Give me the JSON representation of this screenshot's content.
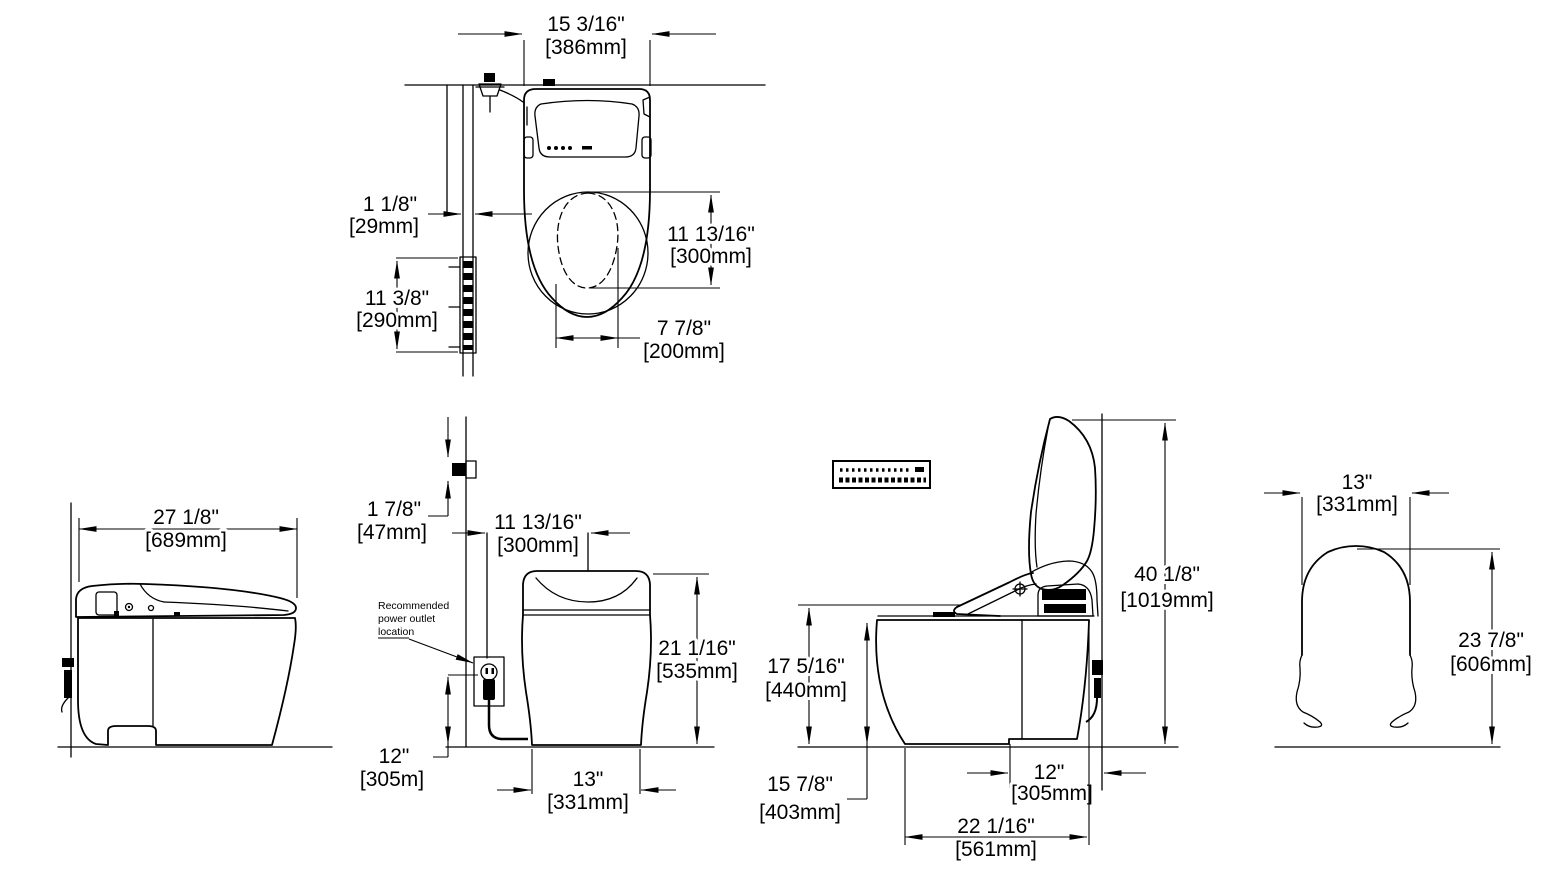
{
  "drawing": {
    "background": "#ffffff",
    "line_color": "#000000",
    "note": {
      "line1": "Recommended",
      "line2": "power outlet",
      "line3": "location"
    },
    "views": {
      "top": {
        "width_in": "15 3/16\"",
        "width_mm": "[386mm]",
        "wall_gap_in": "1 1/8\"",
        "wall_gap_mm": "[29mm]",
        "bracket_in": "11 3/8\"",
        "bracket_mm": "[290mm]",
        "bowl_len_in": "11 13/16\"",
        "bowl_len_mm": "[300mm]",
        "bowl_wid_in": "7 7/8\"",
        "bowl_wid_mm": "[200mm]"
      },
      "side": {
        "depth_in": "27 1/8\"",
        "depth_mm": "[689mm]"
      },
      "front": {
        "supply_in": "1 7/8\"",
        "supply_mm": "[47mm]",
        "center_in": "11 13/16\"",
        "center_mm": "[300mm]",
        "height_in": "21 1/16\"",
        "height_mm": "[535mm]",
        "outlet_in": "12\"",
        "outlet_mm": "[305m]",
        "base_in": "13\"",
        "base_mm": "[331mm]"
      },
      "side_open": {
        "open_in": "40 1/8\"",
        "open_mm": "[1019mm]",
        "seat_in": "17 5/16\"",
        "seat_mm": "[440mm]",
        "rim_in": "15 7/8\"",
        "rim_mm": "[403mm]",
        "roughin_in": "12\"",
        "roughin_mm": "[305mm]",
        "depth_in": "22 1/16\"",
        "depth_mm": "[561mm]"
      },
      "rear": {
        "width_in": "13\"",
        "width_mm": "[331mm]",
        "height_in": "23 7/8\"",
        "height_mm": "[606mm]"
      }
    }
  }
}
